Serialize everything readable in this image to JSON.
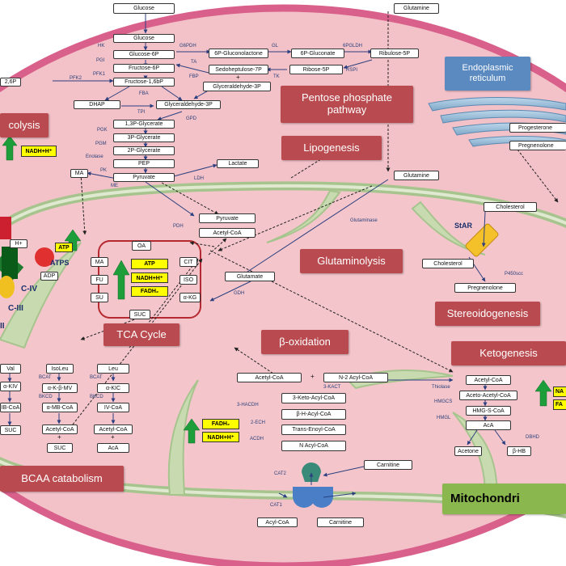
{
  "labels": {
    "glycolysis": "colysis",
    "pentose_phosphate": "Pentose phosphate pathway",
    "lipogenesis": "Lipogenesis",
    "glutaminolysis": "Glutaminolysis",
    "tca": "TCA Cycle",
    "beta_oxidation": "β-oxidation",
    "stereoidogenesis": "Stereoidogenesis",
    "ketogenesis": "Ketogenesis",
    "bcaa": "BCAA catabolism",
    "er": "Endoplasmic reticulum",
    "mitochondria": "Mitochondri"
  },
  "glycolysis": {
    "glucose_out": "Glucose",
    "glucose": "Glucose",
    "g6p": "Glucose-6P",
    "f6p": "Fructose-6P",
    "f16bp": "Fructose-1,6bP",
    "f26bp": "2,6P",
    "dhap": "DHAP",
    "g3p": "Glyceraldehyde-3P",
    "bpg": "1,3P-Glycerate",
    "pg3": "3P-Glycerate",
    "pg2": "2P-Glycerate",
    "pep": "PEP",
    "pyruvate": "Pyruvate",
    "lactate": "Lactate",
    "ma": "MA",
    "nadh": "NADH+H⁺"
  },
  "ppp": {
    "gluconolactone": "6P-Gluconolactone",
    "gluconate": "6P-Gluconate",
    "ribulose": "Ribulose-5P",
    "ribose": "Ribose-5P",
    "sedo": "Sedoheptulose-7P",
    "g3p": "Glyceraldehyde-3P",
    "plus": "+"
  },
  "enzymes": {
    "hk": "HK",
    "pgi": "PGI",
    "pfk1": "PFK1",
    "pfk2": "PFK2",
    "fba": "FBA",
    "tpi": "TPI",
    "gpd": "GPD",
    "pgk": "PGK",
    "pgm": "PGM",
    "enolase": "Enolase",
    "pk": "PK",
    "ldh": "LDH",
    "me": "ME",
    "g6pdh": "G6PDH",
    "gl": "GL",
    "pgldh6": "6PGLDH",
    "rspi": "RSPI",
    "ta": "TA",
    "tk": "TK",
    "fbp": "FBP",
    "pdh": "PDH",
    "glutaminase": "Glutaminase",
    "gdh": "GDH",
    "bcat": "BCAT",
    "bkcd": "BKCD",
    "hacdh": "3-HACDH",
    "ech": "2-ECH",
    "acdh": "ACDH",
    "kact": "3-KACT",
    "thiolase": "Thiolase",
    "hmgcs": "HMGCS",
    "hmgl": "HMGL",
    "dbhd": "DBHD",
    "p450scc": "P450scc",
    "cat1": "CAT1",
    "cat2": "CAT2"
  },
  "glutamine": {
    "out": "Glutamine",
    "mid": "Glutamine",
    "glutamate": "Glutamate"
  },
  "tca": {
    "pyruvate": "Pyruvate",
    "acetyl_coa": "Acetyl-CoA",
    "oa": "OA",
    "cit": "CIT",
    "iso": "ISO",
    "akg": "α-KG",
    "suc": "SUC",
    "ma": "MA",
    "fu": "FU",
    "su": "SU",
    "atp": "ATP",
    "nadh": "NADH+H⁺",
    "fadh": "FADH₂"
  },
  "etc": {
    "hplus": "H+",
    "atps": "ATPS",
    "atp": "ATP",
    "adp": "ADP",
    "civ": "C-IV",
    "ciii": "C-III",
    "cii": "II"
  },
  "bcaa": {
    "val": "Val",
    "akiv": "α-KIV",
    "ibcoa": "IB-CoA",
    "suc1": "SUC",
    "isoleu": "IsoLeu",
    "akbmv": "α-K-β-MV",
    "mbcoa": "α-MB-CoA",
    "acoa1": "Acetyl-CoA",
    "plus1": "+",
    "suc2": "SUC",
    "leu": "Leu",
    "akic": "α-KIC",
    "ivcoa": "IV-CoA",
    "acoa2": "Acetyl-CoA",
    "plus2": "+",
    "aca": "AcA"
  },
  "beta": {
    "acoa": "Acetyl-CoA",
    "plus": "+",
    "n2acoa": "N-2 Acyl-CoA",
    "keto": "3-Keto-Acyl-CoA",
    "hydroxy": "β-H-Acyl-CoA",
    "enoyl": "Trans-Enoyl-CoA",
    "nacyl": "N Acyl-CoA",
    "fadh": "FADH₂",
    "nadh": "NADH+H⁺",
    "carnitine1": "Carnitine",
    "carnitine2": "Carnitine",
    "acylcoa": "Acyl-CoA"
  },
  "keto": {
    "acoa": "Acetyl-CoA",
    "aacoa": "Aceto-Acetyl-CoA",
    "hmg": "HMG-S-CoA",
    "aca": "AcA",
    "acetone": "Acetone",
    "bhb": "β-HB",
    "nadh": "NA",
    "fadh": "FA"
  },
  "steroid": {
    "progesterone": "Progesterone",
    "pregnenolone1": "Pregnenolone",
    "cholesterol1": "Cholesterol",
    "star": "StAR",
    "cholesterol2": "Cholesterol",
    "pregnenolone2": "Pregnenolone"
  }
}
